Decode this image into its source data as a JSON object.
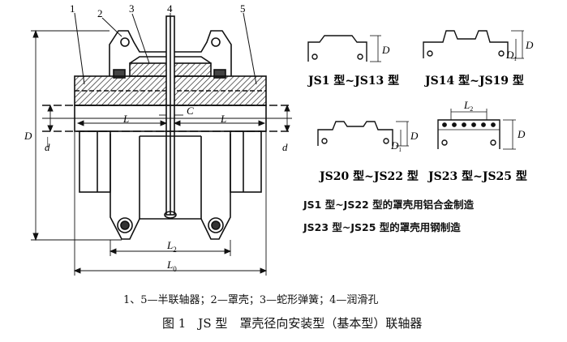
{
  "callouts": [
    "1",
    "2",
    "3",
    "4",
    "5"
  ],
  "dims": {
    "D": "D",
    "d": "d",
    "d_prefix": "—",
    "L": "L",
    "C": "C",
    "L2": "L",
    "L2_sub": "2",
    "L0": "L",
    "L0_sub": "0",
    "D1": "D",
    "D1_sub": "1"
  },
  "variants": [
    {
      "label": "JS1 型~JS13 型"
    },
    {
      "label": "JS14 型~JS19 型"
    },
    {
      "label": "JS20 型~JS22 型"
    },
    {
      "label": "JS23 型~JS25 型"
    }
  ],
  "notes": {
    "aluminum": "JS1 型~JS22 型的罩壳用铝合金制造",
    "steel": "JS23 型~JS25 型的罩壳用钢制造"
  },
  "legend": "1、5—半联轴器；2—罩壳；3—蛇形弹簧；4—润滑孔",
  "caption": "图 1　JS 型　罩壳径向安装型（基本型）联轴器"
}
